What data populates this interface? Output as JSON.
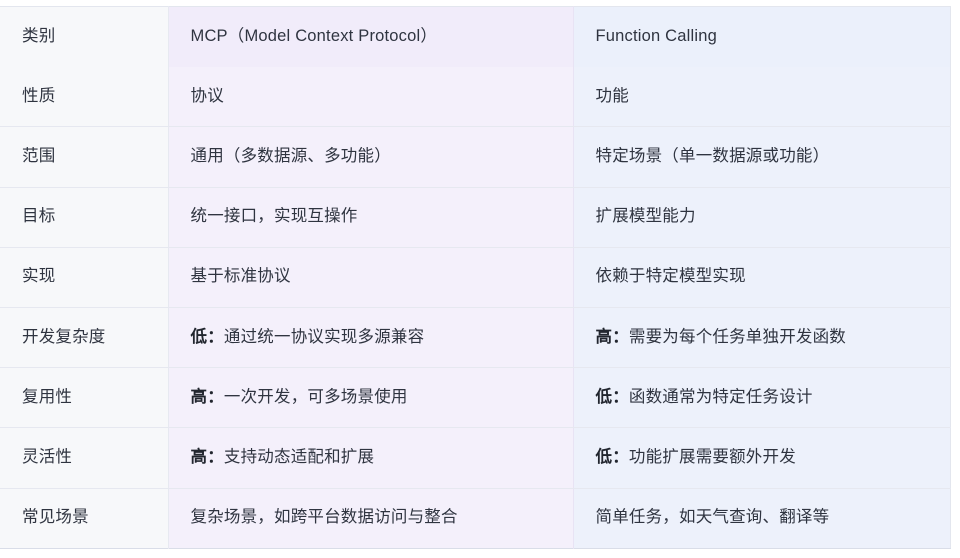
{
  "table": {
    "columns": [
      {
        "key": "label",
        "header": "类别"
      },
      {
        "key": "mcp",
        "header": "MCP（Model Context Protocol）"
      },
      {
        "key": "fc",
        "header": "Function Calling"
      }
    ],
    "colors": {
      "col_label_bg": "#f7f8fa",
      "col_mcp_bg": "#f4f0fb",
      "col_fc_bg": "#edf1fb",
      "row_border": "#e6e8f0",
      "text": "#2f3440",
      "page_bg": "#ffffff"
    },
    "rows": [
      {
        "label": "性质",
        "mcp_lead": "",
        "mcp_rest": "协议",
        "fc_lead": "",
        "fc_rest": "功能"
      },
      {
        "label": "范围",
        "mcp_lead": "",
        "mcp_rest": "通用（多数据源、多功能）",
        "fc_lead": "",
        "fc_rest": "特定场景（单一数据源或功能）"
      },
      {
        "label": "目标",
        "mcp_lead": "",
        "mcp_rest": "统一接口，实现互操作",
        "fc_lead": "",
        "fc_rest": "扩展模型能力"
      },
      {
        "label": "实现",
        "mcp_lead": "",
        "mcp_rest": "基于标准协议",
        "fc_lead": "",
        "fc_rest": "依赖于特定模型实现"
      },
      {
        "label": "开发复杂度",
        "mcp_lead": "低：",
        "mcp_rest": "通过统一协议实现多源兼容",
        "fc_lead": "高：",
        "fc_rest": "需要为每个任务单独开发函数"
      },
      {
        "label": "复用性",
        "mcp_lead": "高：",
        "mcp_rest": "一次开发，可多场景使用",
        "fc_lead": "低：",
        "fc_rest": "函数通常为特定任务设计"
      },
      {
        "label": "灵活性",
        "mcp_lead": "高：",
        "mcp_rest": "支持动态适配和扩展",
        "fc_lead": "低：",
        "fc_rest": "功能扩展需要额外开发"
      },
      {
        "label": "常见场景",
        "mcp_lead": "",
        "mcp_rest": "复杂场景，如跨平台数据访问与整合",
        "fc_lead": "",
        "fc_rest": "简单任务，如天气查询、翻译等"
      }
    ]
  }
}
